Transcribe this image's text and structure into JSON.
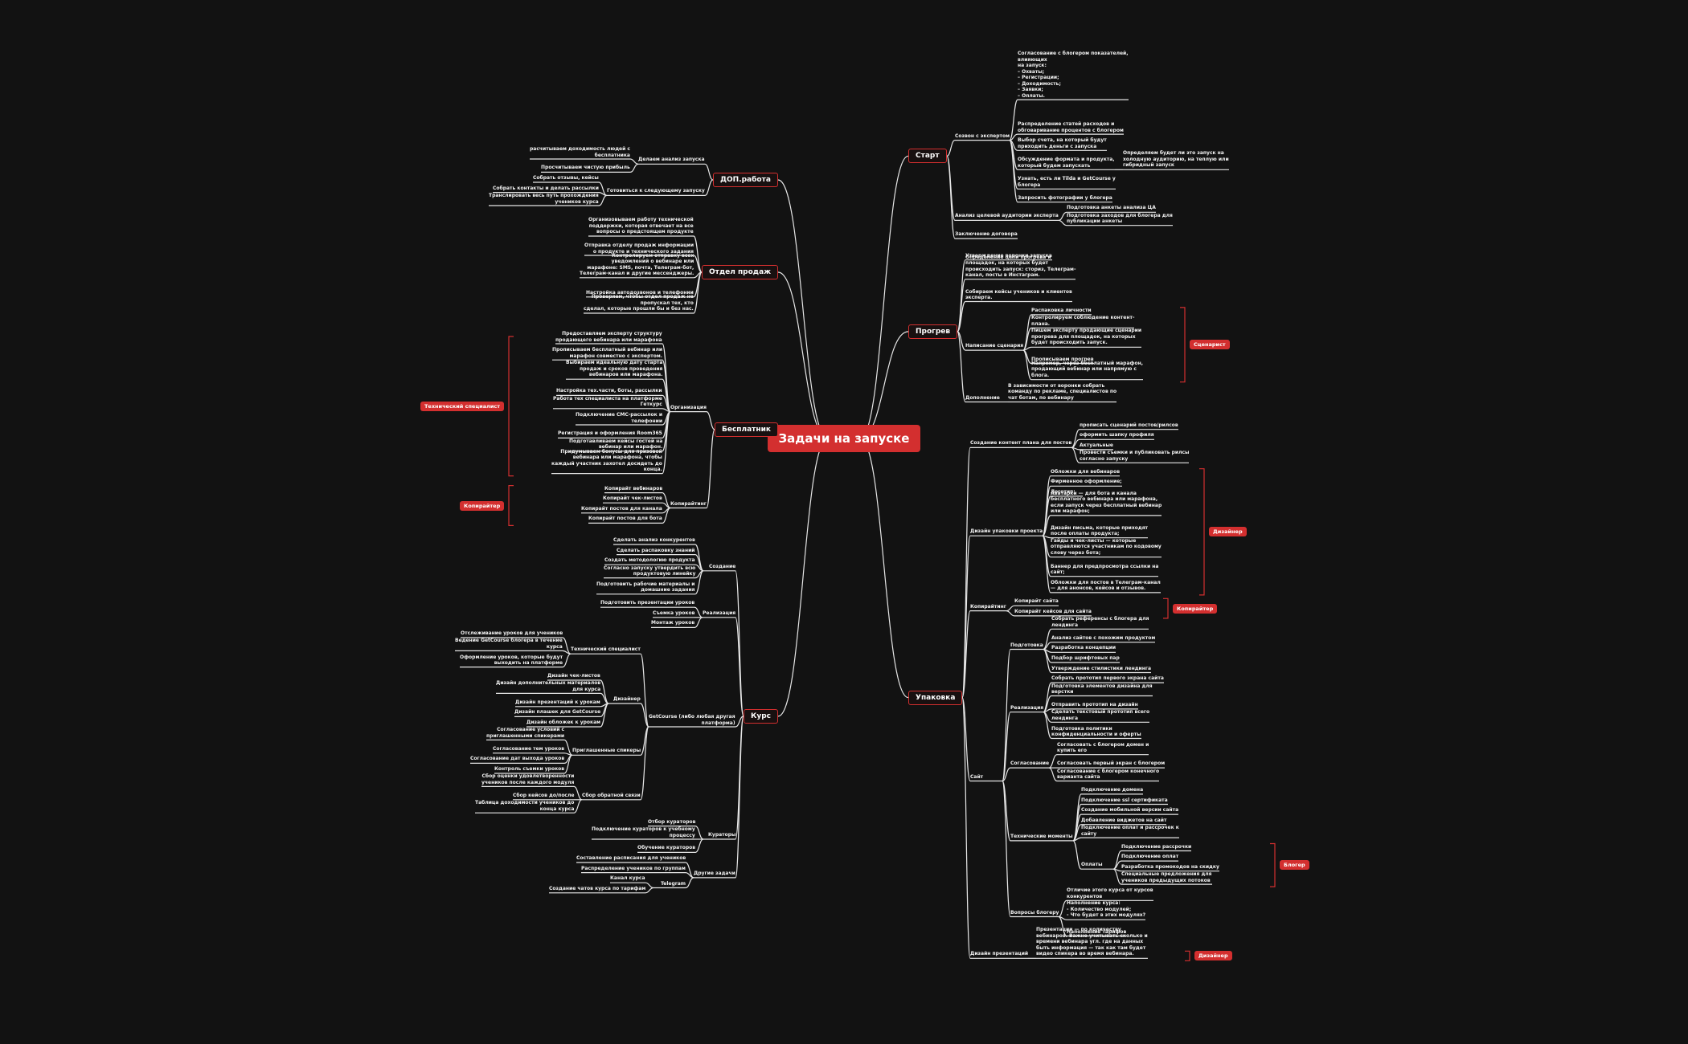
{
  "root": "Задачи на запуске",
  "colors": {
    "background": "#121212",
    "accent": "#d32f2f",
    "line": "#e6e6e6"
  },
  "right": [
    {
      "label": "Старт",
      "children": [
        {
          "label": "Созвон с экспертом",
          "children": [
            {
              "label": "Согласование с блогером показателей,\nвлияющих\nна запуск:\n– Охваты;\n– Регистрации;\n– Доходимость;\n– Заявки;\n– Оплаты."
            },
            {
              "label": "Распределение статей расходов и\nобговаривание процентов с блогером"
            },
            {
              "label": "Выбор счета, на который будут\nприходить деньги с запуска"
            },
            {
              "label": "Обсуждение формата и продукта,\nкоторый будем запускать",
              "children": [
                {
                  "label": "Определяем будет ли это запуск на\nхолодную аудиторию, на теплую или\nгибридный запуск"
                }
              ]
            },
            {
              "label": "Узнать, есть ли Tilda и GetCourse у\nблогера"
            },
            {
              "label": "Запросить фотографии у блогера"
            }
          ]
        },
        {
          "label": "Анализ целевой аудитории эксперта",
          "children": [
            {
              "label": "Подготовка анкеты анализа ЦА"
            },
            {
              "label": "Подготовка заходов для блогера для\nпубликации анкеты"
            }
          ]
        },
        {
          "label": "Заключение договора"
        }
      ]
    },
    {
      "label": "Прогрев",
      "children": [
        {
          "label": "Утверждение воронки запуска"
        },
        {
          "label": "Определение цепи прогрева и\nплощадок, на которых будет\nпроисходить запуск: сториз, Телеграм-\nканал, посты в Инстаграм."
        },
        {
          "label": "Собираем кейсы учеников и клиентов\nэксперта."
        },
        {
          "label": "Написание сценария",
          "tag": "Сценарист",
          "children": [
            {
              "label": "Распаковка личности"
            },
            {
              "label": "Контролируем соблюдение контент-\nплана."
            },
            {
              "label": "Пишем эксперту продающие сценарии\nпрогрева для площадок, на которых\nбудет происходить запуск."
            },
            {
              "label": "Прописываем прогрев"
            },
            {
              "label": "Например, через бесплатный марафон,\nпродающий вебинар или напрямую с\nблога."
            }
          ]
        },
        {
          "label": "Дополнение",
          "children": [
            {
              "label": "В зависимости от воронки собрать\nкоманду по рекламе, специалистов по\nчат ботам, по вебинару"
            }
          ]
        }
      ]
    },
    {
      "label": "Упаковка",
      "children": [
        {
          "label": "Создание контент плана для постов",
          "children": [
            {
              "label": "прописать сценарий постов/рилсов"
            },
            {
              "label": "оформить шапку профиля"
            },
            {
              "label": "Актуальные"
            },
            {
              "label": "Провести съемки и публиковать рилсы\nсогласно запуску"
            }
          ]
        },
        {
          "label": "Дизайн упаковки проекта",
          "tag": "Дизайнер",
          "children": [
            {
              "label": "Обложки для вебинаров"
            },
            {
              "label": "Фирменное оформление;"
            },
            {
              "label": "Логотип;"
            },
            {
              "label": "Аватарки — для бота и канала\nбесплатного вебинара или марафона,\nесли запуск через бесплатный вебинар\nили марафон;"
            },
            {
              "label": "Дизайн письма, которые приходят\nпосле оплаты продукта;"
            },
            {
              "label": "Гайды и чек-листы — которые\nотправляются участникам по кодовому\nслову через бота;"
            },
            {
              "label": "Баннер для предпросмотра ссылки на\nсайт;"
            },
            {
              "label": "Обложки для постов в Телеграм-канал\n— для анонсов, кейсов и отзывов."
            }
          ]
        },
        {
          "label": "Копирайтинг",
          "tag": "Копирайтер",
          "children": [
            {
              "label": "Копирайт сайта"
            },
            {
              "label": "Копирайт кейсов для сайта"
            }
          ]
        },
        {
          "label": "Сайт",
          "children": [
            {
              "label": "Подготовка",
              "children": [
                {
                  "label": "Собрать референсы с блогера для\nлендинга"
                },
                {
                  "label": "Анализ сайтов с похожим продуктом"
                },
                {
                  "label": "Разработка концепции"
                },
                {
                  "label": "Подбор шрифтовых пар"
                },
                {
                  "label": "Утверждение стилистики лендинга"
                }
              ]
            },
            {
              "label": "Реализация",
              "children": [
                {
                  "label": "Собрать прототип первого экрана сайта"
                },
                {
                  "label": "Подготовка элементов дизайна для\nверстки"
                },
                {
                  "label": "Отправить прототип на дизайн"
                },
                {
                  "label": "Сделать текстовый прототип всего\nлендинга"
                },
                {
                  "label": "Подготовка политики\nконфиденциальности и оферты"
                }
              ]
            },
            {
              "label": "Согласование",
              "children": [
                {
                  "label": "Согласовать с блогером домен и\nкупить его"
                },
                {
                  "label": "Согласовать первый экран с блогером"
                },
                {
                  "label": "Согласование с блогером конечного\nварианта сайта"
                }
              ]
            },
            {
              "label": "Технические моменты",
              "children": [
                {
                  "label": "Подключение домена"
                },
                {
                  "label": "Подключение ssl сертификата"
                },
                {
                  "label": "Создание мобильной версии сайта"
                },
                {
                  "label": "Добавление виджетов на сайт"
                },
                {
                  "label": "Подключение оплат и рассрочек к\nсайту"
                },
                {
                  "label": "Оплаты",
                  "tag": "Блогер",
                  "children": [
                    {
                      "label": "Подключение рассрочки"
                    },
                    {
                      "label": "Подключение оплат"
                    },
                    {
                      "label": "Разработка промокодов на скидку"
                    },
                    {
                      "label": "Специальные предложения для\nучеников предыдущих потоков"
                    }
                  ]
                }
              ]
            },
            {
              "label": "Вопросы блогеру",
              "children": [
                {
                  "label": "Отличие этого курса от курсов\nконкурентов"
                },
                {
                  "label": "Наполнение курса:\n- Количество модулей;\n- Что будет в этих модулях?"
                },
                {
                  "label": "Наполнение тарифов"
                }
              ]
            }
          ]
        },
        {
          "label": "Дизайн презентаций",
          "tag": "Дизайнер",
          "children": [
            {
              "label": "Презентации — по количеству\nвебинаров. Важно учитывать сколько и\nвремени вебинара угл. где на данных\nбыть информация — так как там будет\nвидео спикера во время вебинара."
            }
          ]
        }
      ]
    }
  ],
  "left": [
    {
      "label": "ДОП.работа",
      "children": [
        {
          "label": "Делаем анализ запуска",
          "children": [
            {
              "label": "расчитываем доходимость людей с\nбесплатника"
            },
            {
              "label": "Просчитываем чистую прибыль"
            }
          ]
        },
        {
          "label": "Готовиться к следующему запуску",
          "children": [
            {
              "label": "Собрать отзывы, кейсы"
            },
            {
              "label": "Собрать контакты и делать рассылки"
            },
            {
              "label": "Транслировать весь путь прохождения\nучеников курса"
            }
          ]
        }
      ]
    },
    {
      "label": "Отдел продаж",
      "children": [
        {
          "label": "Организовываем работу технической\nподдержки, которая отвечает на все\nвопросы о предстоящем продукте"
        },
        {
          "label": "Отправка отделу продаж информации\nо продукте и технического задания"
        },
        {
          "label": "Контролируем отправку всех\nуведомлений о вебинаре или\nмарафоне: SMS, почта, Телеграм-бот,\nТелеграм-канал и другие мессенджеры."
        },
        {
          "label": "Настройка автодозвонов и телефонии"
        },
        {
          "label": "Проверяем, чтобы отдел продаж не\nпропускал тех, кто\nсделал, которые прошли бы и без нас."
        }
      ]
    },
    {
      "label": "Бесплатник",
      "children": [
        {
          "label": "Организация",
          "tag": "Технический специалист",
          "children": [
            {
              "label": "Предоставляем эксперту структуру\nпродающего вебинара или марафона"
            },
            {
              "label": "Прописываем бесплатный вебинар или\nмарафон совместно с экспертом."
            },
            {
              "label": "Выбираем идеальную дату старта\nпродаж и сроков проведения\nвебинаров или марафона."
            },
            {
              "label": "Настройка тех.части, боты, рассылки"
            },
            {
              "label": "Работа тех специалиста на платформе\nГеткурс"
            },
            {
              "label": "Подключение СМС-рассылок и\nтелефонии"
            },
            {
              "label": "Регистрация и оформления Room365"
            },
            {
              "label": "Подготавливаем кейсы гостей на\nвебинар или марафон."
            },
            {
              "label": "Придумываем бонусы для призовой\nвебинара или марафона, чтобы\nкаждый участник захотел досидеть до\nконца."
            }
          ]
        },
        {
          "label": "Копирайтинг",
          "tag": "Копирайтер",
          "children": [
            {
              "label": "Копирайт вебинаров"
            },
            {
              "label": "Копирайт чек-листов"
            },
            {
              "label": "Копирайт постов для канала"
            },
            {
              "label": "Копирайт постов для бота"
            }
          ]
        }
      ]
    },
    {
      "label": "Курс",
      "children": [
        {
          "label": "Создание",
          "children": [
            {
              "label": "Сделать анализ конкурентов"
            },
            {
              "label": "Сделать распаковку знаний"
            },
            {
              "label": "Создать методологию продукта"
            },
            {
              "label": "Согласно запуску утвердить всю\nпродуктовую линейку"
            },
            {
              "label": "Подготовить рабочие материалы и\nдомашние задания"
            }
          ]
        },
        {
          "label": "Реализация",
          "children": [
            {
              "label": "Подготовить презентации уроков"
            },
            {
              "label": "Съемка уроков"
            },
            {
              "label": "Монтаж уроков"
            }
          ]
        },
        {
          "label": "GetCourse (либо любая другая\nплатформа)",
          "children": [
            {
              "label": "Технический специалист",
              "children": [
                {
                  "label": "Отслеживание уроков для учеников"
                },
                {
                  "label": "Ведение GetCourse блогера в течение\nкурса"
                },
                {
                  "label": "Оформление уроков, которые будут\nвыходить на платформе"
                }
              ]
            },
            {
              "label": "Дизайнер",
              "children": [
                {
                  "label": "Дизайн чек-листов"
                },
                {
                  "label": "Дизайн дополнительных материалов\nдля курса"
                },
                {
                  "label": "Дизайн презентаций к урокам"
                },
                {
                  "label": "Дизайн плашек для GetCourse"
                },
                {
                  "label": "Дизайн обложек к урокам"
                }
              ]
            },
            {
              "label": "Приглашенные спикеры",
              "children": [
                {
                  "label": "Согласование условий с\nприглашенными спикерами"
                },
                {
                  "label": "Согласование тем уроков"
                },
                {
                  "label": "Согласование дат выхода уроков"
                },
                {
                  "label": "Контроль съемки уроков"
                }
              ]
            },
            {
              "label": "Сбор обратной связи",
              "children": [
                {
                  "label": "Сбор оценки удовлетворенности\nучеников после каждого модуля"
                },
                {
                  "label": "Сбор кейсов до/после"
                },
                {
                  "label": "Таблица доходимости учеников до\nконца курса"
                }
              ]
            }
          ]
        },
        {
          "label": "Кураторы",
          "children": [
            {
              "label": "Отбор кураторов"
            },
            {
              "label": "Подключение кураторов к учебному\nпроцессу"
            },
            {
              "label": "Обучение кураторов"
            }
          ]
        },
        {
          "label": "Другие задачи",
          "children": [
            {
              "label": "Составление расписания для учеников"
            },
            {
              "label": "Распределение учеников по группам"
            },
            {
              "label": "Telegram",
              "children": [
                {
                  "label": "Канал курса"
                },
                {
                  "label": "Создание чатов курса по тарифам"
                }
              ]
            }
          ]
        }
      ]
    }
  ]
}
